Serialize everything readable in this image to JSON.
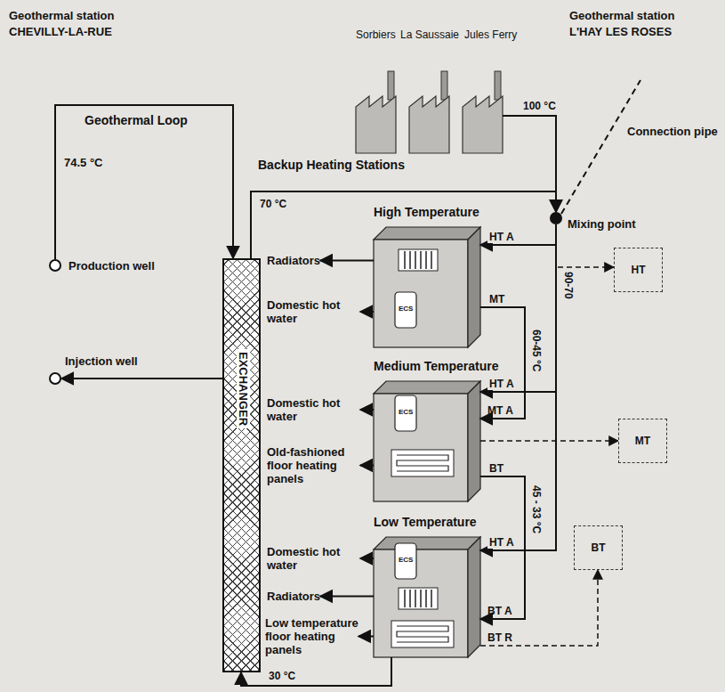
{
  "diagram": {
    "nodes": [
      {
        "text": [
          "Production well"
        ]
      },
      {
        "text": [
          "Injection well"
        ]
      },
      {
        "text": [
          "EXCHANGER"
        ]
      },
      {
        "text": [
          "Sorbiers",
          "La Saussaie",
          "Jules Ferry",
          "Backup Heating Stations"
        ]
      },
      {
        "text": [
          "Mixing point"
        ]
      },
      {
        "text": [
          "High Temperature"
        ]
      },
      {
        "text": [
          "Radiators"
        ]
      },
      {
        "text": [
          "Domestic hot water"
        ]
      },
      {
        "text": [
          "Medium Temperature"
        ]
      },
      {
        "text": [
          "Domestic hot water"
        ]
      },
      {
        "text": [
          "Old-fashioned floor heating panels"
        ]
      },
      {
        "text": [
          "Low Temperature"
        ]
      },
      {
        "text": [
          "Domestic hot water"
        ]
      },
      {
        "text": [
          "Radiators"
        ]
      },
      {
        "text": [
          "Low temperature floor heating panels"
        ]
      },
      {
        "text": [
          "HT"
        ]
      },
      {
        "text": [
          "MT"
        ]
      },
      {
        "text": [
          "BT"
        ]
      }
    ],
    "edges": [
      {
        "from": 0,
        "to": 2,
        "arrow": "to"
      },
      {
        "from": 2,
        "to": 1,
        "arrow": "to"
      },
      {
        "from": 2,
        "to": 4,
        "arrow": "to",
        "label": "70 °C"
      },
      {
        "from": 3,
        "to": 4,
        "arrow": "to",
        "label": "100 °C"
      },
      {
        "from": 4,
        "to": 5,
        "arrow": "to",
        "label": "HT A"
      },
      {
        "from": 4,
        "to": 15,
        "arrow": "to"
      },
      {
        "from": 5,
        "to": 8,
        "arrow": "to",
        "label": "MT"
      },
      {
        "from": 4,
        "to": 8,
        "arrow": "to",
        "label": "HT A"
      },
      {
        "from": 8,
        "to": 16,
        "arrow": "to"
      },
      {
        "from": 8,
        "to": 11,
        "arrow": "to",
        "label": "BT"
      },
      {
        "from": 4,
        "to": 11,
        "arrow": "to",
        "label": "HT A"
      },
      {
        "from": 11,
        "to": 17,
        "arrow": "to"
      },
      {
        "from": 11,
        "to": 2,
        "arrow": "to",
        "label": "30 °C"
      },
      {
        "from": 5,
        "to": 6,
        "arrow": "to"
      },
      {
        "from": 5,
        "to": 7,
        "arrow": "to"
      },
      {
        "from": 8,
        "to": 9,
        "arrow": "to"
      },
      {
        "from": 8,
        "to": 10,
        "arrow": "to"
      },
      {
        "from": 11,
        "to": 12,
        "arrow": "to"
      },
      {
        "from": 11,
        "to": 13,
        "arrow": "to"
      },
      {
        "from": 11,
        "to": 14,
        "arrow": "to"
      }
    ],
    "labels": [
      "Geothermal station",
      "CHEVILLY-LA-RUE",
      "Geothermal station",
      "L'HAY LES ROSES",
      "Geothermal Loop",
      "74.5 °C",
      "Connection pipe",
      "90-70",
      "60-45 °C",
      "45 - 33 °C",
      "MT A",
      "BT A",
      "BT R",
      "ECS",
      "ECS",
      "ECS"
    ]
  }
}
